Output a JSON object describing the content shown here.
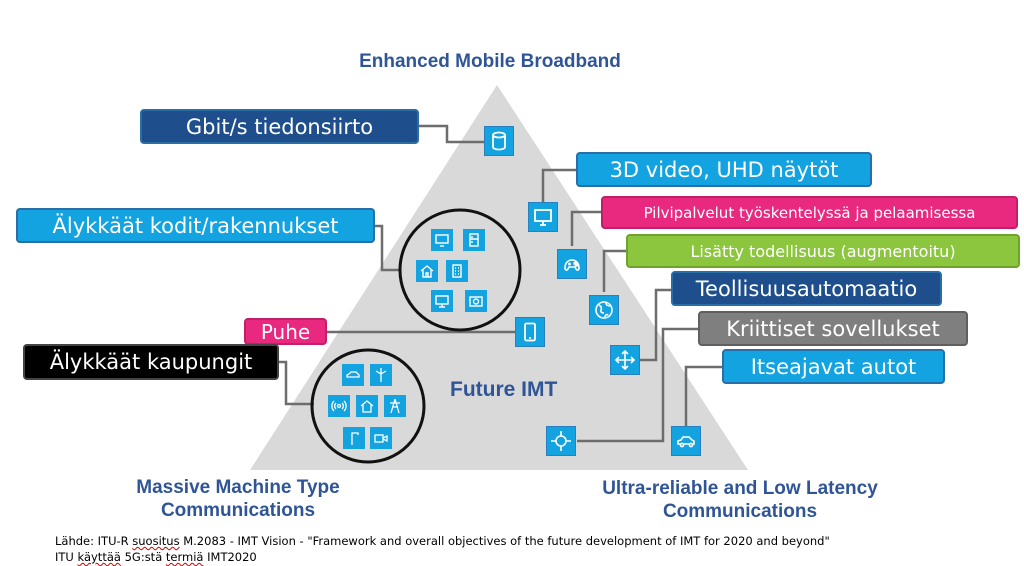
{
  "corners": {
    "top": "Enhanced Mobile Broadband",
    "left_line1": "Massive Machine Type",
    "left_line2": "Communications",
    "right_line1": "Ultra-reliable and Low Latency",
    "right_line2": "Communications"
  },
  "center_title": "Future IMT",
  "labels": {
    "gbit": "Gbit/s tiedonsiirto",
    "video3d": "3D video, UHD näytöt",
    "pilvi": "Pilvipalvelut työskentelyssä ja pelaamisessa",
    "smart_home": "Älykkäät kodit/rakennukset",
    "ar": "Lisätty todellisuus (augmentoitu)",
    "industry": "Teollisuusautomaatio",
    "puhe": "Puhe",
    "critical": "Kriittiset sovellukset",
    "smart_city": "Älykkäät kaupungit",
    "selfdriving": "Itseajavat autot"
  },
  "colors": {
    "dark_blue": "#1f4e8c",
    "light_blue": "#12a3e0",
    "pink": "#e8297f",
    "green": "#8cc63f",
    "gray": "#7f7f7f",
    "black": "#000000",
    "triangle": "#d9d9d9",
    "title_blue": "#2f5597"
  },
  "icons": {
    "gbit": "database-icon",
    "video3d": "monitor-icon",
    "pilvi": "gamepad-icon",
    "ar": "globe-icon",
    "puhe": "phone-icon",
    "industry": "arrows-icon",
    "selfdriving": "car-icon",
    "critical": "crosshair-icon"
  },
  "source": {
    "line1_prefix": "Lähde: ITU-R ",
    "line1_underlined": "suositus",
    "line1_rest": " M.2083 - IMT Vision - \"Framework and overall objectives of the future development of IMT for 2020 and beyond\"",
    "line2_prefix": "ITU ",
    "line2_underlined1": "käyttää",
    "line2_mid": " 5G:stä ",
    "line2_underlined2": "termiä",
    "line2_rest": " IMT2020"
  }
}
